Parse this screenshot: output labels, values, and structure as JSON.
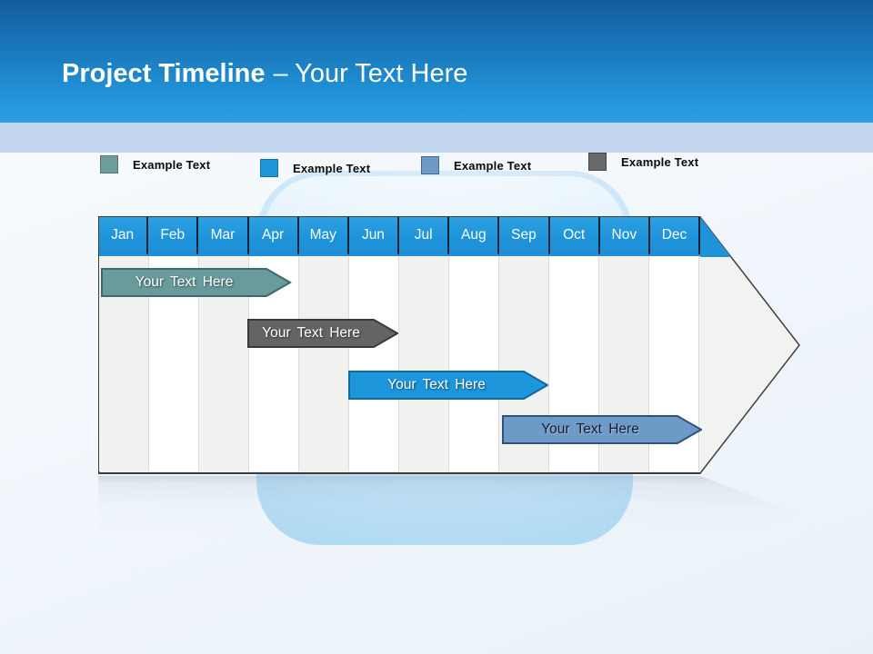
{
  "header": {
    "title_bold": "Project Timeline",
    "title_rest": "– Your Text Here"
  },
  "legend": {
    "items": [
      {
        "label": "Example Text",
        "color": "#6f9c9c",
        "border_color": "#4d7678"
      },
      {
        "label": "Example Text",
        "color": "#1e96dc",
        "border_color": "#1473ae"
      },
      {
        "label": "Example Text",
        "color": "#6e9ac8",
        "border_color": "#47688f"
      },
      {
        "label": "Example Text",
        "color": "#696969",
        "border_color": "#454545"
      }
    ]
  },
  "timeline": {
    "months": [
      "Jan",
      "Feb",
      "Mar",
      "Apr",
      "May",
      "Jun",
      "Jul",
      "Aug",
      "Sep",
      "Oct",
      "Nov",
      "Dec"
    ],
    "bars": [
      {
        "label": "Your Text Here",
        "fill": "#699b9c",
        "stroke": "#3e6a6c",
        "text_color": "#ffffff",
        "row": 1,
        "start_month": "Jan",
        "end_month": "Apr"
      },
      {
        "label": "Your Text Here",
        "fill": "#646464",
        "stroke": "#3a3a3a",
        "text_color": "#ffffff",
        "row": 2,
        "start_month": "Apr",
        "end_month": "Jul"
      },
      {
        "label": "Your Text Here",
        "fill": "#1e96dc",
        "stroke": "#1268a0",
        "text_color": "#ffffff",
        "row": 3,
        "start_month": "Jun",
        "end_month": "Sep"
      },
      {
        "label": "Your Text Here",
        "fill": "#6e9ac8",
        "stroke": "#32527b",
        "text_color": "#14202e",
        "row": 4,
        "start_month": "Sep",
        "end_month": "Dec"
      }
    ],
    "arrow_fill": "#f2f2f0",
    "arrow_stroke": "#3f3f3f",
    "month_header_color": "#1e93da"
  },
  "colors": {
    "header_gradient_top": "#125c9e",
    "header_gradient_bottom": "#2d9ee2",
    "band": "#c2d6f0",
    "page_background": "#eef4fa",
    "glass_panel": "#bfe0f6",
    "column_stripe": "#f1f1ef"
  }
}
